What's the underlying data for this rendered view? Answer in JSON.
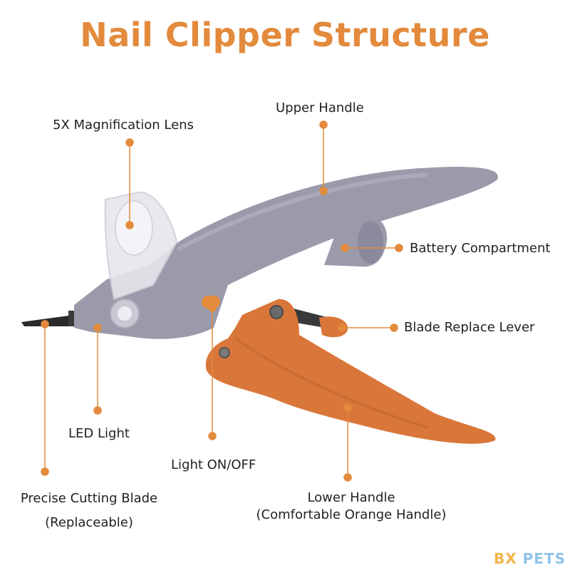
{
  "title": "Nail Clipper Structure",
  "colors": {
    "accent": "#e38a3c",
    "gray_body": "#9a9aab",
    "orange_handle": "#d9773a",
    "text": "#222222"
  },
  "labels": {
    "upper_handle": "Upper Handle",
    "magnification_lens": "5X Magnification Lens",
    "battery_compartment": "Battery Compartment",
    "blade_replace_lever": "Blade Replace Lever",
    "led_light": "LED Light",
    "light_switch": "Light ON/OFF",
    "cutting_blade_line1": "Precise Cutting Blade",
    "cutting_blade_line2": "(Replaceable)",
    "lower_handle_line1": "Lower Handle",
    "lower_handle_line2": "(Comfortable Orange Handle)"
  },
  "watermark": {
    "part1": "BX",
    "part2": "PETS"
  }
}
